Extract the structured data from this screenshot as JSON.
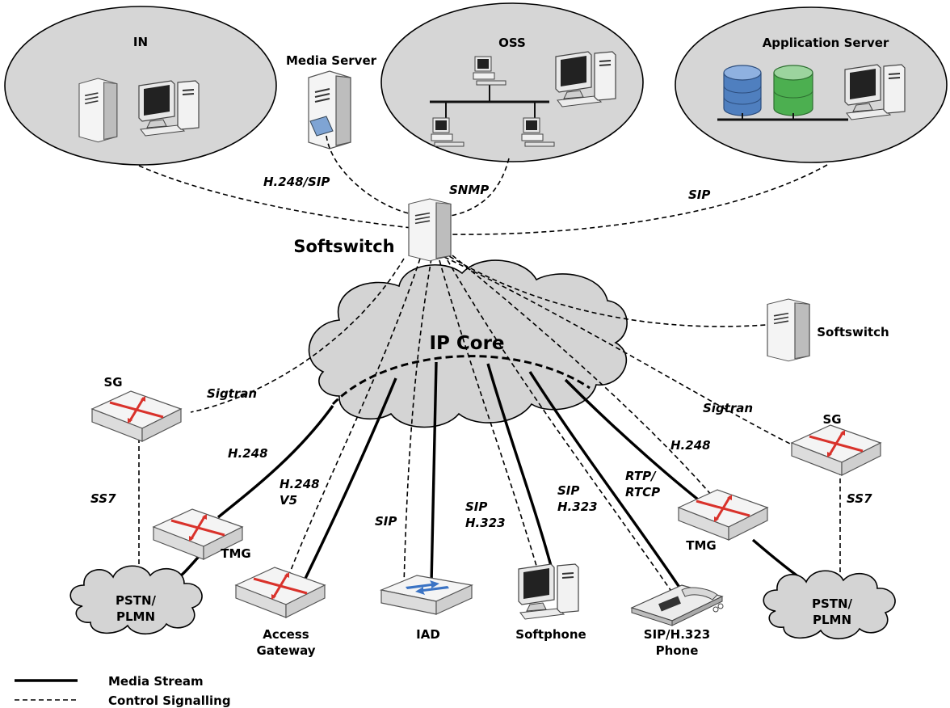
{
  "domains": {
    "in": "IN",
    "oss": "OSS",
    "app_server": "Application Server"
  },
  "nodes": {
    "media_server": "Media Server",
    "softswitch_main": "Softswitch",
    "softswitch_second": "Softswitch",
    "ip_core": "IP Core",
    "sg_left": "SG",
    "sg_right": "SG",
    "tmg_left": "TMG",
    "tmg_right": "TMG",
    "pstn_left": [
      "PSTN/",
      "PLMN"
    ],
    "pstn_right": [
      "PSTN/",
      "PLMN"
    ],
    "access_gateway": [
      "Access",
      "Gateway"
    ],
    "iad": "IAD",
    "softphone": "Softphone",
    "sip_phone": [
      "SIP/H.323",
      "Phone"
    ]
  },
  "protocols": {
    "h248_sip": "H.248/SIP",
    "snmp": "SNMP",
    "sip_app": "SIP",
    "sigtran_left": "Sigtran",
    "sigtran_right": "Sigtran",
    "ss7_left": "SS7",
    "ss7_right": "SS7",
    "h248_left": "H.248",
    "h248_v5": [
      "H.248",
      "V5"
    ],
    "sip_iad": "SIP",
    "sip_h323_softphone": [
      "SIP",
      "H.323"
    ],
    "sip_h323_phone": [
      "SIP",
      "H.323"
    ],
    "rtp_rtcp": [
      "RTP/",
      "RTCP"
    ],
    "h248_right": "H.248"
  },
  "legend": {
    "media": "Media Stream",
    "control": "Control Signalling"
  },
  "colors": {
    "domain_fill": "#d6d6d6",
    "cloud_fill": "#d4d4d4",
    "db_blue": "#4f7fbf",
    "db_green": "#4caf50",
    "gateway_cross": "#d9322b",
    "iad_arrows": "#3a73c4"
  }
}
